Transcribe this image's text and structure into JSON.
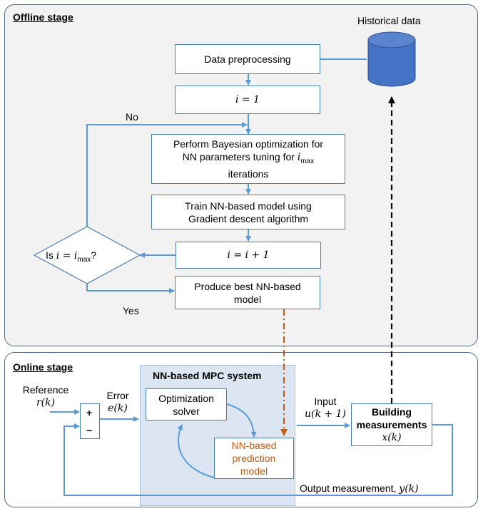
{
  "offline": {
    "title": "Offline stage",
    "historical_label": "Historical data",
    "data_preprocessing": "Data preprocessing",
    "init_i": "i = 1",
    "bayes_line1": "Perform Bayesian optimization for",
    "bayes_line2": "NN parameters tuning  for ",
    "bayes_i": "i",
    "bayes_max": "max",
    "bayes_line3": "iterations",
    "train_line1": "Train NN-based model using",
    "train_line2": "Gradient descent algorithm",
    "increment": "i = i + 1",
    "decision_prefix": "Is ",
    "decision_math": "i = i",
    "decision_max": "max",
    "decision_suffix": "?",
    "no_label": "No",
    "yes_label": "Yes",
    "produce_line1": "Produce best NN-based",
    "produce_line2": "model"
  },
  "online": {
    "title": "Online stage",
    "reference_label": "Reference",
    "reference_sym": "r(k)",
    "error_label": "Error",
    "error_sym": "e(k)",
    "plus": "+",
    "minus": "−",
    "mpc_title": "NN-based MPC system",
    "solver_line1": "Optimization",
    "solver_line2": "solver",
    "pred_line1": "NN-based",
    "pred_line2": "prediction",
    "pred_line3": "model",
    "input_label": "Input",
    "input_sym": "u(k + 1)",
    "building_line1": "Building",
    "building_line2": "measurements",
    "building_sym": "x(k)",
    "output_label": "Output measurement, ",
    "output_sym": "y(k)"
  },
  "colors": {
    "arrow_blue": "#5b9bd5",
    "box_border": "#4a7fb0",
    "cylinder": "#4472c4",
    "orange": "#c55a11",
    "mpc_fill": "#dbe6f2"
  }
}
